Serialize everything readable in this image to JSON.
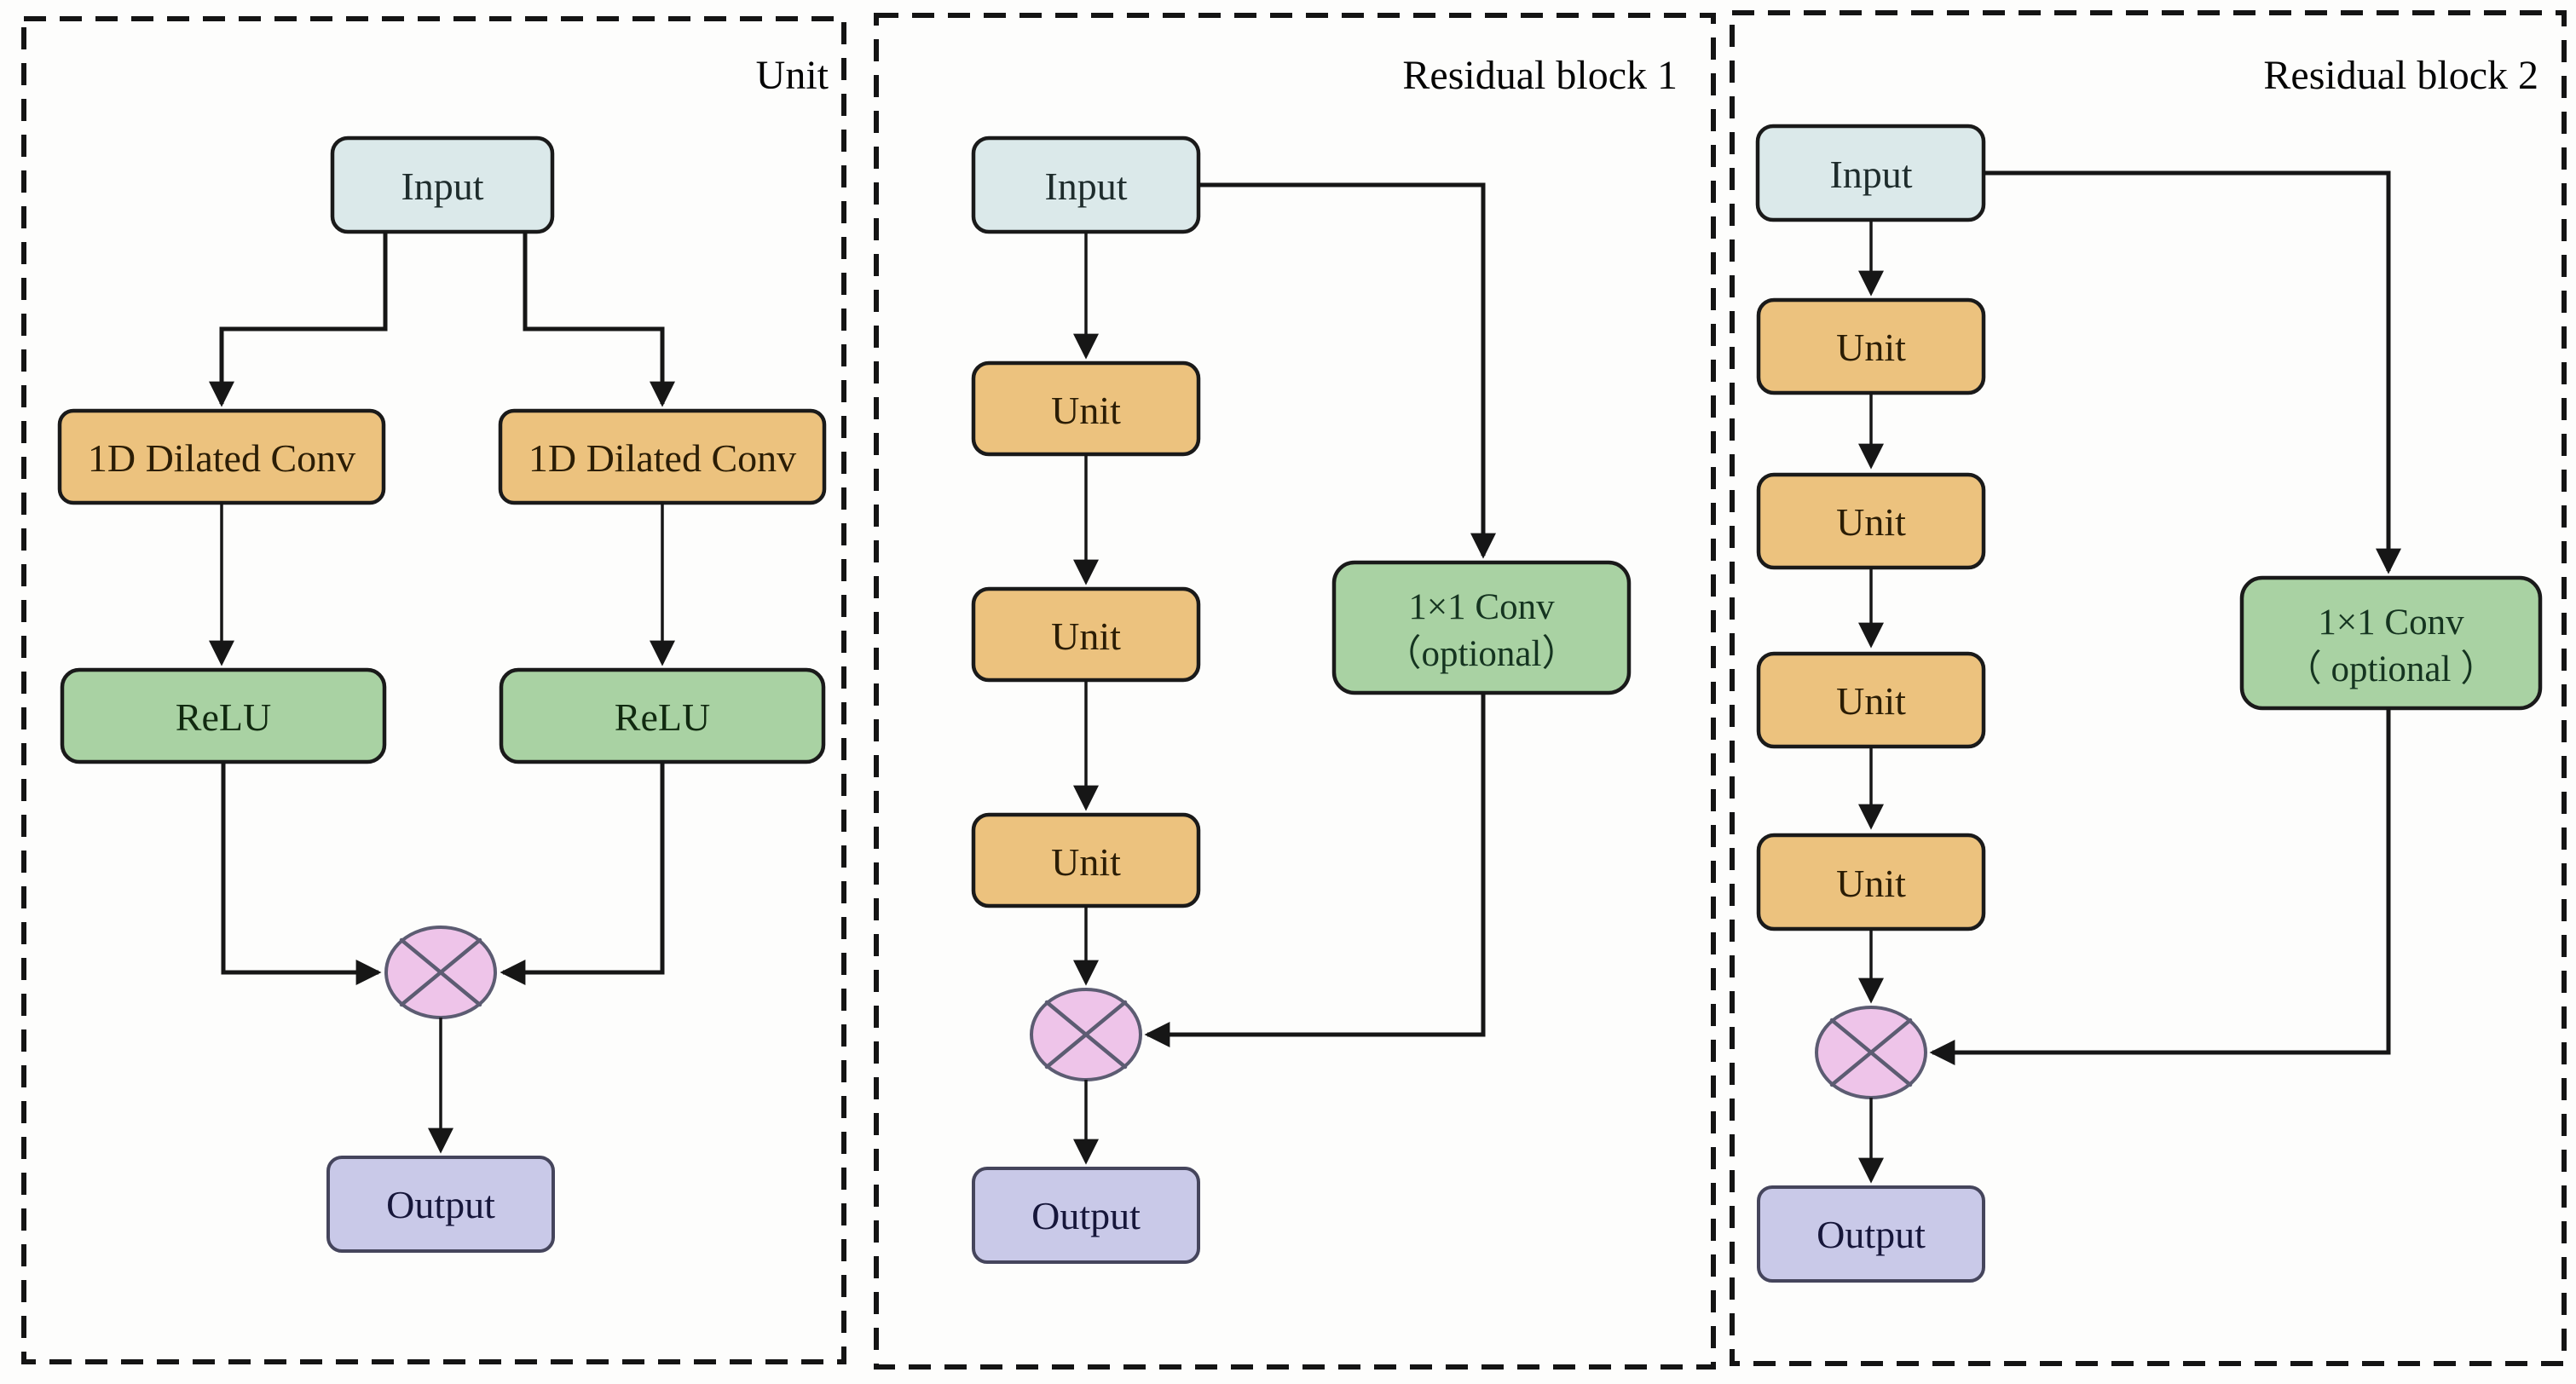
{
  "diagram": {
    "description": "Dilated convolution unit and residual block architecture diagram",
    "colors": {
      "input_fill": "#dbe9ea",
      "unit_fill": "#ecc27e",
      "green_fill": "#a9d2a3",
      "output_fill": "#c9c9e8",
      "multiply_fill": "#eec4e9",
      "multiply_stroke": "#5c5c72",
      "line": "#161616"
    },
    "icons": {
      "multiply": "circle-with-x (element-wise multiply/add operator)"
    },
    "panels": [
      {
        "id": "unit",
        "title": "Unit",
        "nodes": {
          "input": "Input",
          "dilated_conv_left": "1D Dilated Conv",
          "dilated_conv_right": "1D Dilated Conv",
          "relu_left": "ReLU",
          "relu_right": "ReLU",
          "output": "Output"
        }
      },
      {
        "id": "residual-block-1",
        "title": "Residual block 1",
        "nodes": {
          "input": "Input",
          "unit1": "Unit",
          "unit2": "Unit",
          "unit3": "Unit",
          "conv_1x1_line1": "1×1 Conv",
          "conv_1x1_line2": "（optional）",
          "output": "Output"
        }
      },
      {
        "id": "residual-block-2",
        "title": "Residual block 2",
        "nodes": {
          "input": "Input",
          "unit1": "Unit",
          "unit2": "Unit",
          "unit3": "Unit",
          "unit4": "Unit",
          "conv_1x1_line1": "1×1 Conv",
          "conv_1x1_line2": "（ optional ）",
          "output": "Output"
        }
      }
    ]
  }
}
